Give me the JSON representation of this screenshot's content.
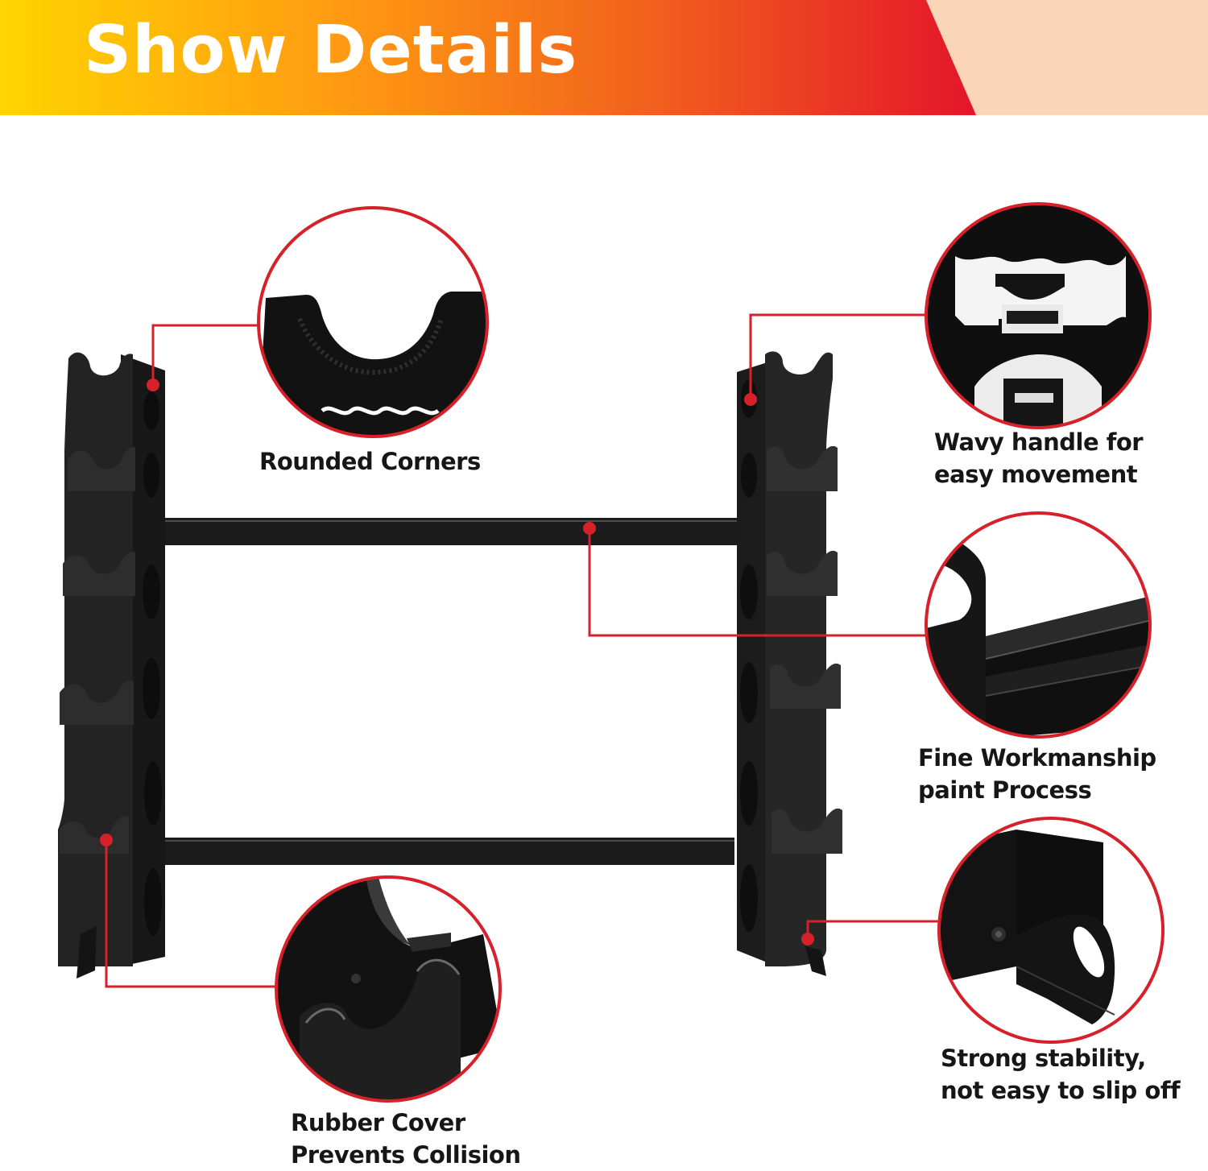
{
  "banner": {
    "title": "Show Details"
  },
  "colors": {
    "accent": "#d6202a",
    "banner_start": "#ffd400",
    "banner_end": "#e3162a",
    "banner_tail": "#fbd5b8",
    "product": "#1a1a1a"
  },
  "callouts": [
    {
      "id": "rounded-corners",
      "lines": [
        "Rounded Corners"
      ]
    },
    {
      "id": "wavy-handle",
      "lines": [
        "Wavy handle for",
        "easy movement"
      ]
    },
    {
      "id": "fine-workmanship",
      "lines": [
        "Fine Workmanship",
        "paint Process"
      ]
    },
    {
      "id": "strong-stability",
      "lines": [
        "Strong stability,",
        "not easy to slip off"
      ]
    },
    {
      "id": "rubber-cover",
      "lines": [
        "Rubber Cover",
        "Prevents Collision"
      ]
    }
  ]
}
